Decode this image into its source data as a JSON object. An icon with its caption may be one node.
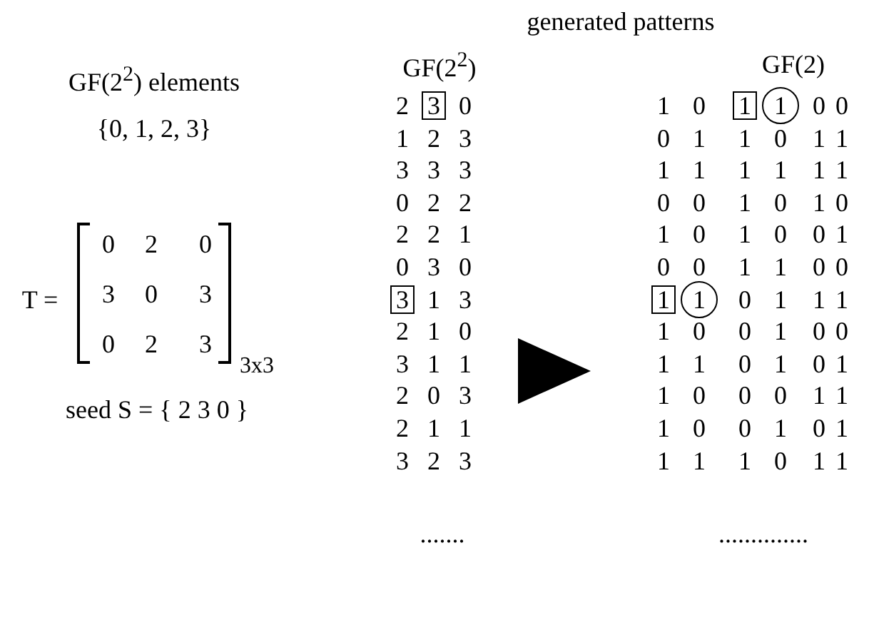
{
  "diagram": {
    "nodes": [
      {
        "text": [
          "3"
        ]
      },
      {
        "text": [
          "3"
        ]
      },
      {
        "text": [
          "1"
        ]
      },
      {
        "text": [
          "1"
        ]
      },
      {
        "text": [
          "1"
        ]
      },
      {
        "text": [
          "1"
        ]
      }
    ],
    "labels": [
      "GF(2$^{2}$) elements",
      "{0, 1, 2, 3}",
      "T =",
      "0",
      "2",
      "0",
      "3",
      "0",
      "3",
      "0",
      "2",
      "3",
      "3x3",
      "seed  S = { 2  3  0 }",
      "generated patterns",
      "GF(2$^{2}$)",
      "2",
      "0",
      "1",
      "2",
      "3",
      "3",
      "3",
      "3",
      "0",
      "2",
      "2",
      "2",
      "2",
      "1",
      "0",
      "3",
      "0",
      "1",
      "3",
      "2",
      "1",
      "0",
      "3",
      "1",
      "1",
      "2",
      "0",
      "3",
      "2",
      "1",
      "1",
      "3",
      "2",
      "3",
      ".......",
      "GF(2)",
      "1",
      "0",
      "0",
      "0",
      "0",
      "1",
      "1",
      "0",
      "1",
      "1",
      "1",
      "1",
      "1",
      "1",
      "1",
      "1",
      "0",
      "0",
      "1",
      "0",
      "1",
      "0",
      "1",
      "0",
      "1",
      "0",
      "0",
      "1",
      "0",
      "0",
      "1",
      "1",
      "0",
      "0",
      "0",
      "1",
      "1",
      "1",
      "1",
      "0",
      "0",
      "1",
      "0",
      "0",
      "1",
      "1",
      "0",
      "1",
      "0",
      "1",
      "1",
      "0",
      "0",
      "0",
      "1",
      "1",
      "1",
      "0",
      "0",
      "1",
      "0",
      "1",
      "1",
      "1",
      "1",
      "0",
      "1",
      "1",
      ".............."
    ]
  }
}
